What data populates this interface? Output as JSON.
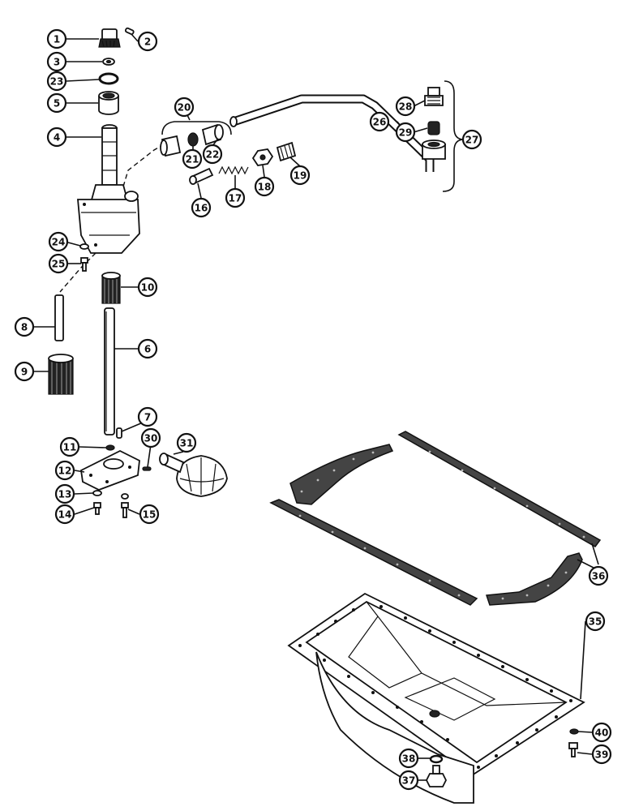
{
  "colors": {
    "ink": "#111111",
    "paper": "#ffffff"
  },
  "callouts": [
    {
      "label": "1"
    },
    {
      "label": "2"
    },
    {
      "label": "3"
    },
    {
      "label": "23"
    },
    {
      "label": "5"
    },
    {
      "label": "4"
    },
    {
      "label": "20"
    },
    {
      "label": "21"
    },
    {
      "label": "22"
    },
    {
      "label": "26"
    },
    {
      "label": "28"
    },
    {
      "label": "29"
    },
    {
      "label": "27"
    },
    {
      "label": "16"
    },
    {
      "label": "17"
    },
    {
      "label": "18"
    },
    {
      "label": "19"
    },
    {
      "label": "24"
    },
    {
      "label": "25"
    },
    {
      "label": "10"
    },
    {
      "label": "8"
    },
    {
      "label": "6"
    },
    {
      "label": "9"
    },
    {
      "label": "7"
    },
    {
      "label": "11"
    },
    {
      "label": "30"
    },
    {
      "label": "31"
    },
    {
      "label": "12"
    },
    {
      "label": "13"
    },
    {
      "label": "14"
    },
    {
      "label": "15"
    },
    {
      "label": "36"
    },
    {
      "label": "35"
    },
    {
      "label": "40"
    },
    {
      "label": "38"
    },
    {
      "label": "39"
    },
    {
      "label": "37"
    }
  ]
}
